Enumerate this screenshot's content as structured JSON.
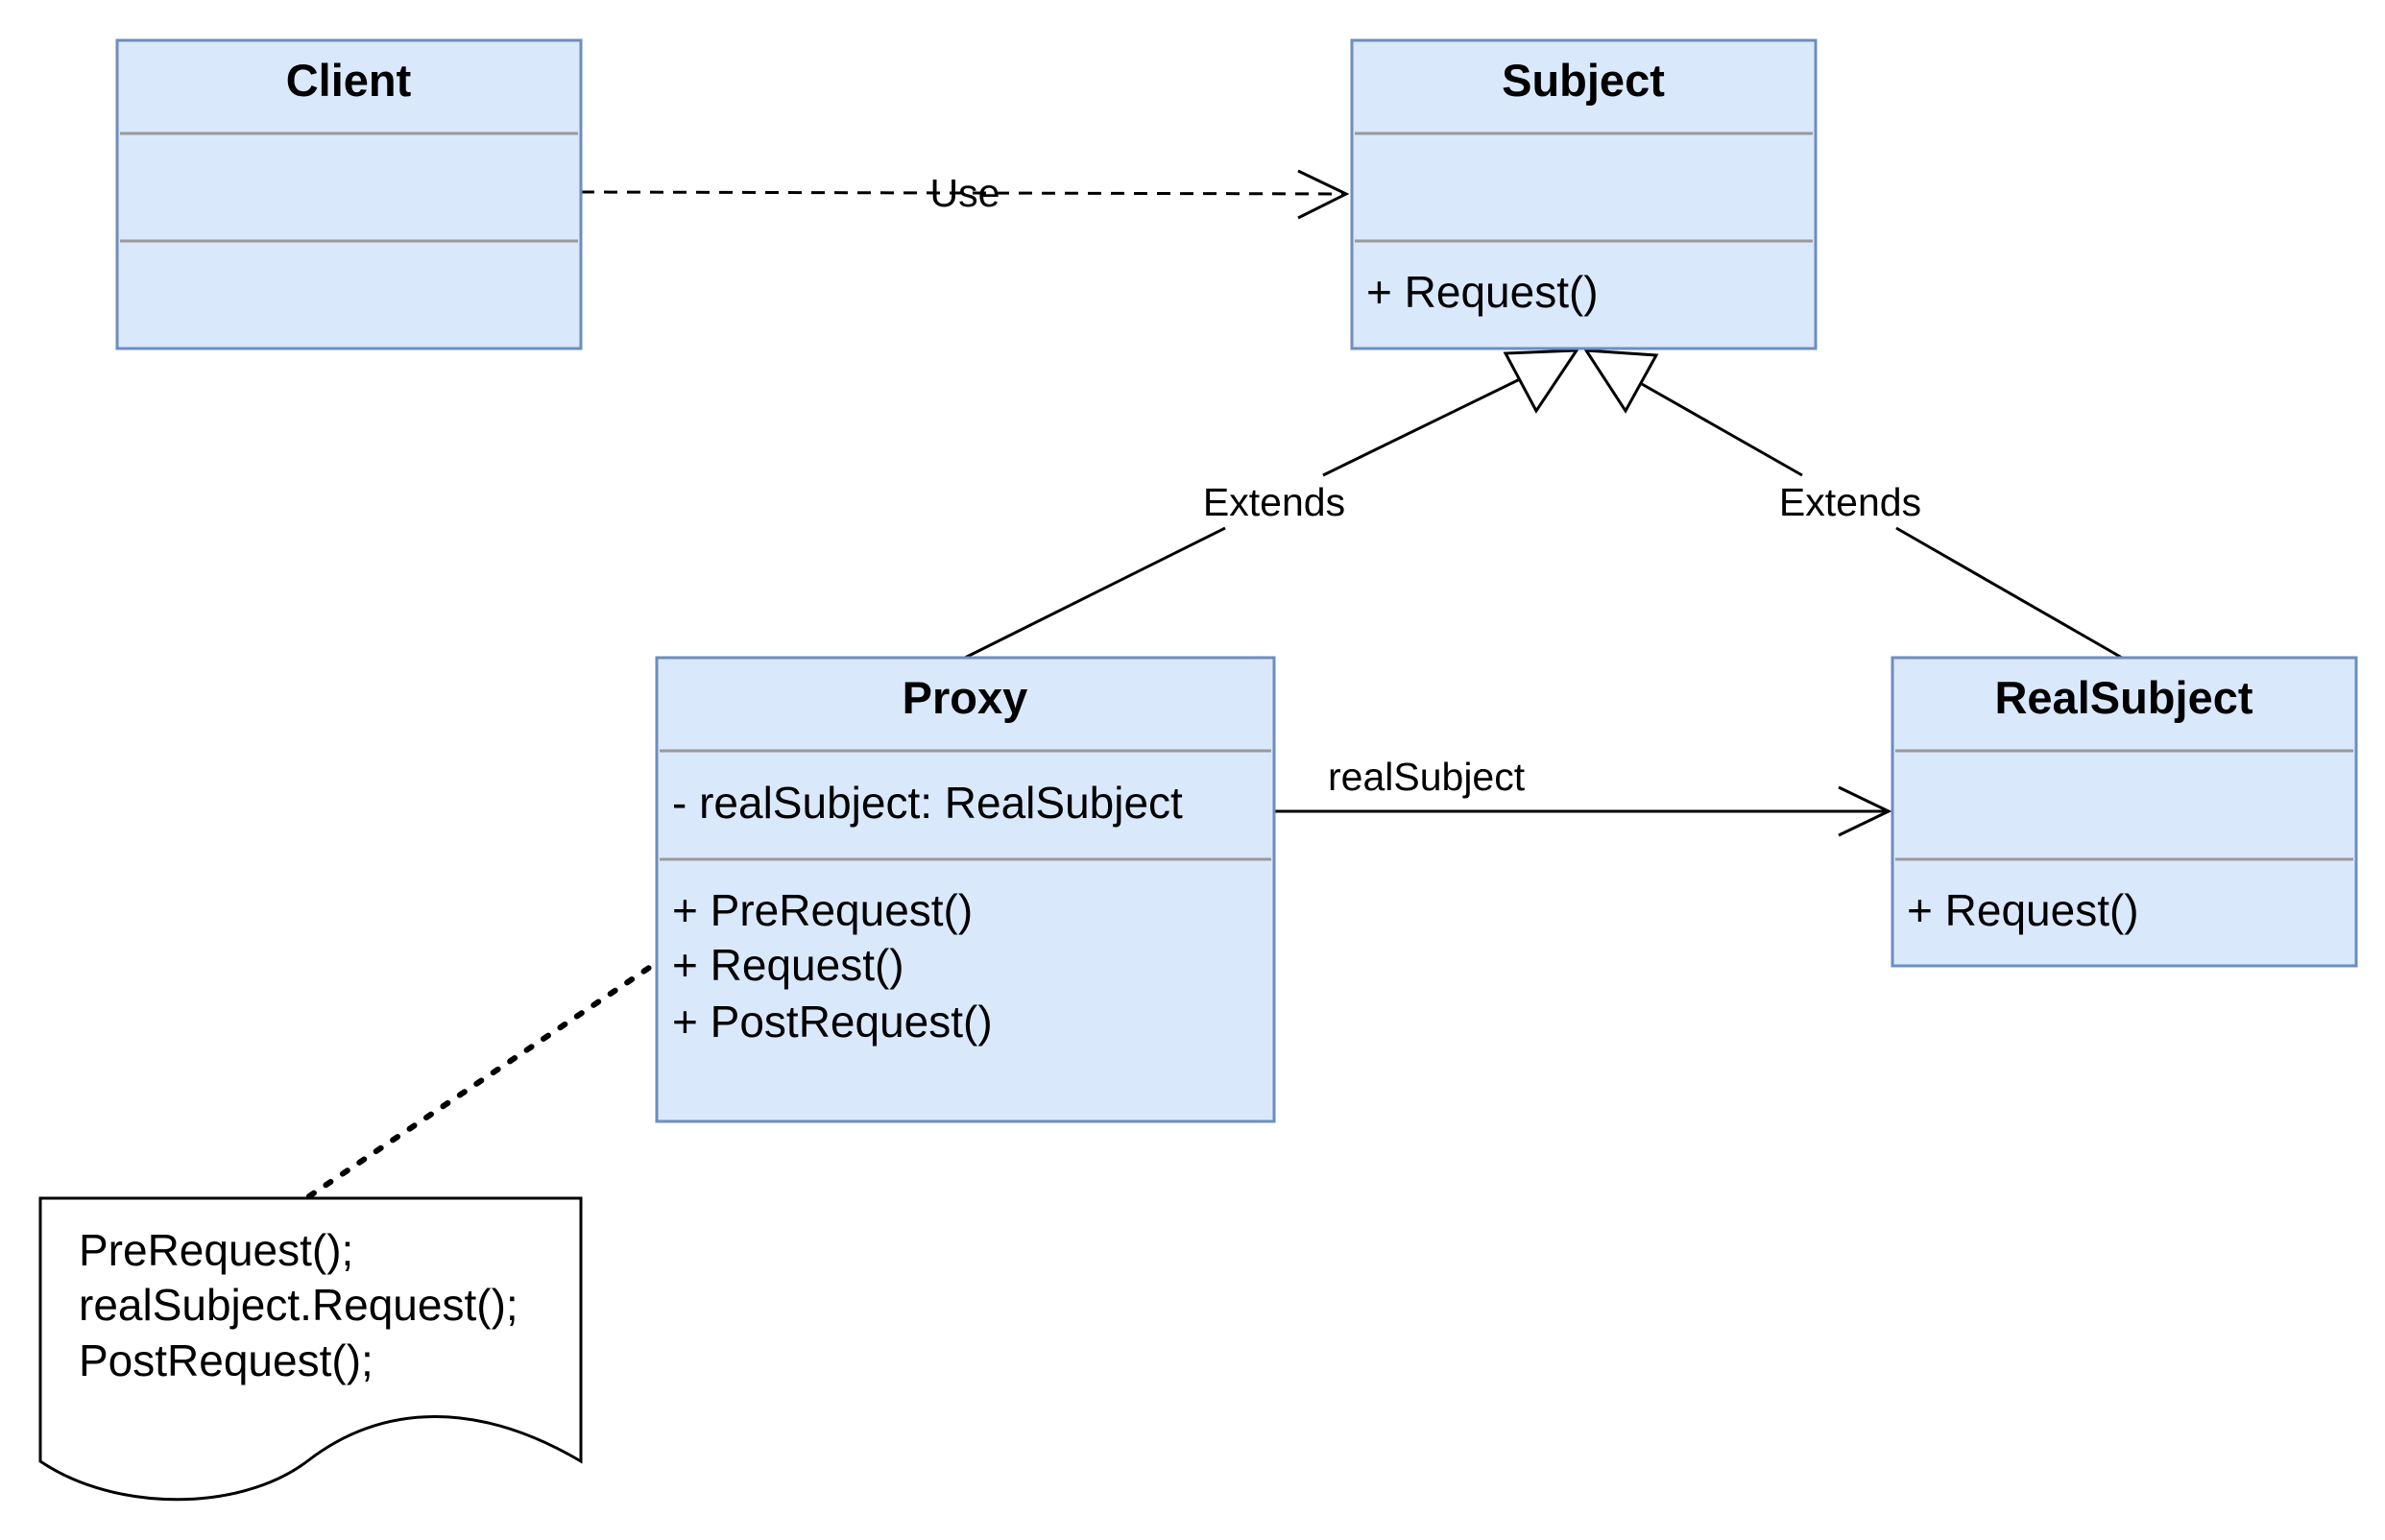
{
  "classes": {
    "client": {
      "name": "Client",
      "attributes": [],
      "methods": []
    },
    "subject": {
      "name": "Subject",
      "attributes": [],
      "methods": [
        "+ Request()"
      ]
    },
    "proxy": {
      "name": "Proxy",
      "attributes": [
        "- realSubject: RealSubject"
      ],
      "methods": [
        "+ PreRequest()",
        "+ Request()",
        "+ PostRequest()"
      ]
    },
    "real_subject": {
      "name": "RealSubject",
      "attributes": [],
      "methods": [
        "+ Request()"
      ]
    }
  },
  "relations": {
    "use_label": "Use",
    "extends_left_label": "Extends",
    "extends_right_label": "Extends",
    "association_label": "realSubject"
  },
  "note": {
    "lines": [
      "PreRequest();",
      "realSubject.Request();",
      "PostRequest();"
    ]
  },
  "colors": {
    "box_fill": "#dae8fc",
    "box_stroke": "#6c8ebf",
    "divider": "#999999",
    "line": "#000000"
  }
}
